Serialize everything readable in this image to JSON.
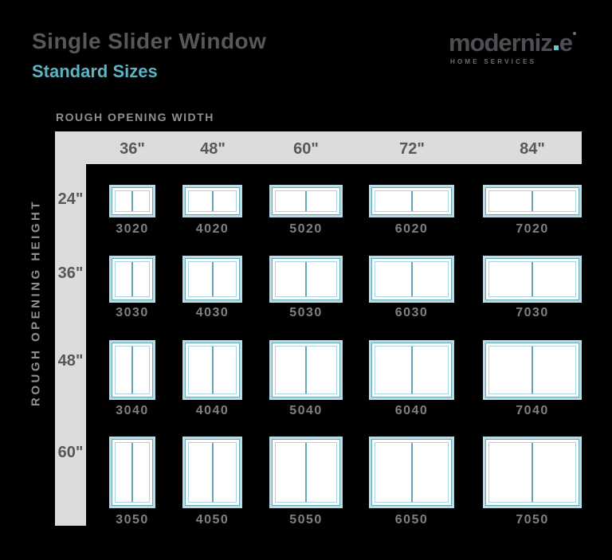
{
  "page": {
    "title": "Single Slider Window",
    "subtitle": "Standard Sizes"
  },
  "logo": {
    "wordmark_prefix": "moderniz",
    "wordmark_last_letter": "e",
    "tagline": "HOME SERVICES"
  },
  "axes": {
    "width_title": "ROUGH OPENING WIDTH",
    "height_title": "ROUGH OPENING HEIGHT",
    "width_labels": [
      "36\"",
      "48\"",
      "60\"",
      "72\"",
      "84\""
    ],
    "height_labels": [
      "24\"",
      "36\"",
      "48\"",
      "60\""
    ]
  },
  "grid": {
    "codes": [
      [
        "3020",
        "4020",
        "5020",
        "6020",
        "7020"
      ],
      [
        "3030",
        "4030",
        "5030",
        "6030",
        "7030"
      ],
      [
        "3040",
        "4040",
        "5040",
        "6040",
        "7040"
      ],
      [
        "3050",
        "4050",
        "5050",
        "6050",
        "7050"
      ]
    ]
  },
  "colors": {
    "accent_teal": "#5bb4c2",
    "window_border_light": "#b9dde7",
    "window_border_teal": "#65a6b7",
    "band_gray": "#dbdcdc",
    "text_dark": "#57585b",
    "code_gray": "#7e8083",
    "axis_label_gray": "#8d8f92",
    "logo_gray": "#4e4f52",
    "logo_teal": "#6ec3d3",
    "background": "#000000"
  }
}
